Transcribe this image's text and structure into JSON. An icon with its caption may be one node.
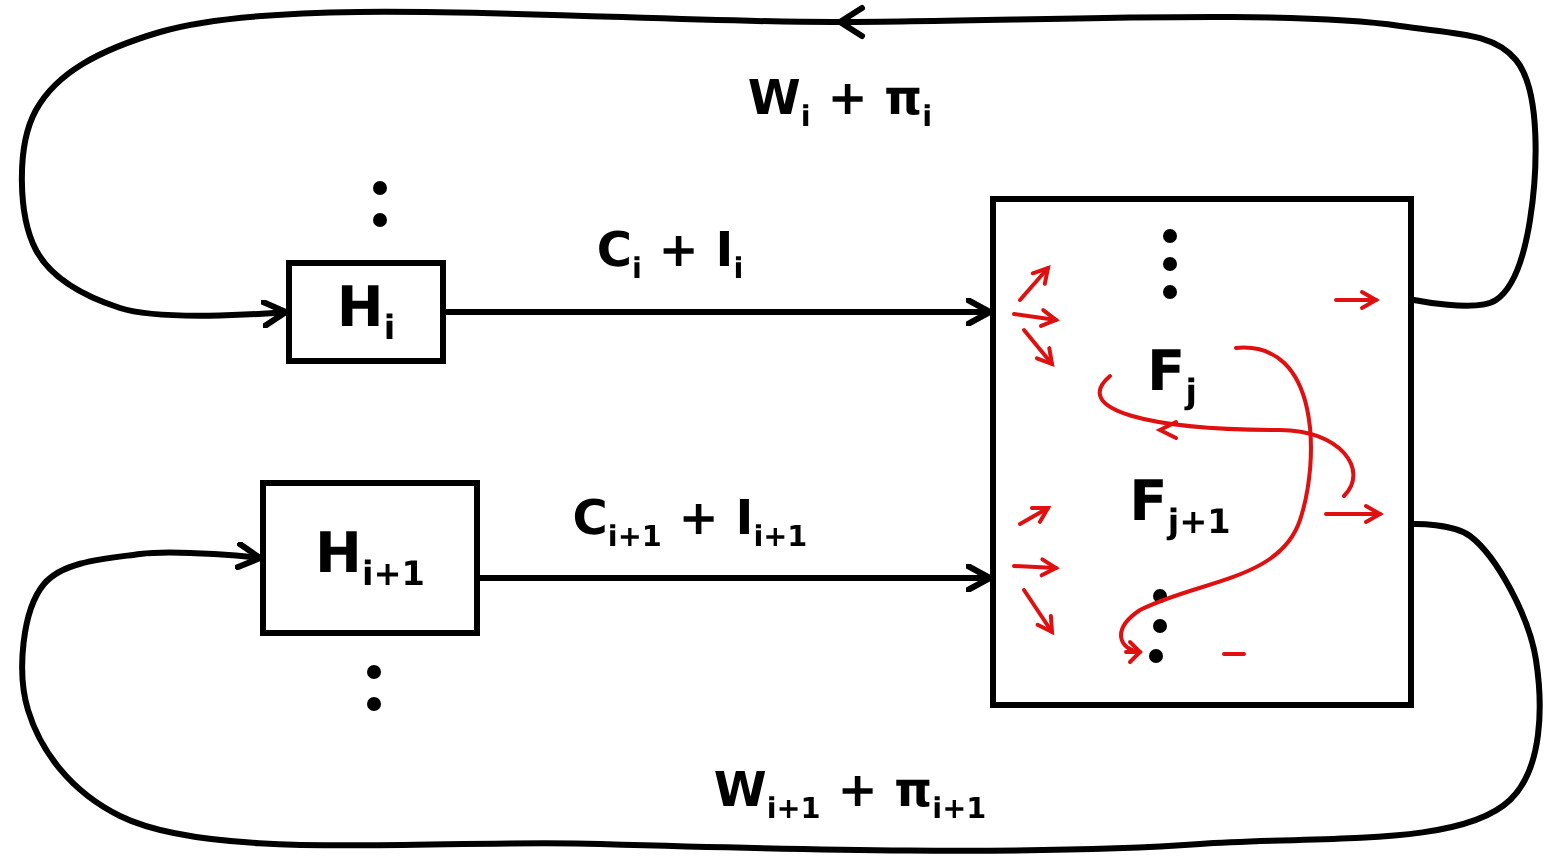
{
  "diagram": {
    "nodes": [
      {
        "text": [
          "H$_{i}$"
        ]
      },
      {
        "text": [
          "H$_{i+1}$"
        ]
      },
      {
        "text": [],
        "shape": "box"
      },
      {
        "text": [
          "F$_{j}$"
        ],
        "in": 2
      },
      {
        "text": [
          "F$_{j+1}$"
        ],
        "in": 2
      }
    ],
    "edges": [
      {
        "from": 0,
        "to": 2,
        "arrow": "to",
        "label": "C$_{i}$ + I$_{i}$"
      },
      {
        "from": 1,
        "to": 2,
        "arrow": "to",
        "label": "C$_{i+1}$ + I$_{i+1}$"
      },
      {
        "from": 2,
        "to": 0,
        "arrow": "to",
        "label": "W$_{i}$ + π$_{i}$"
      },
      {
        "from": 2,
        "to": 1,
        "arrow": "to",
        "label": "W$_{i+1}$ + π$_{i+1}$"
      }
    ]
  }
}
